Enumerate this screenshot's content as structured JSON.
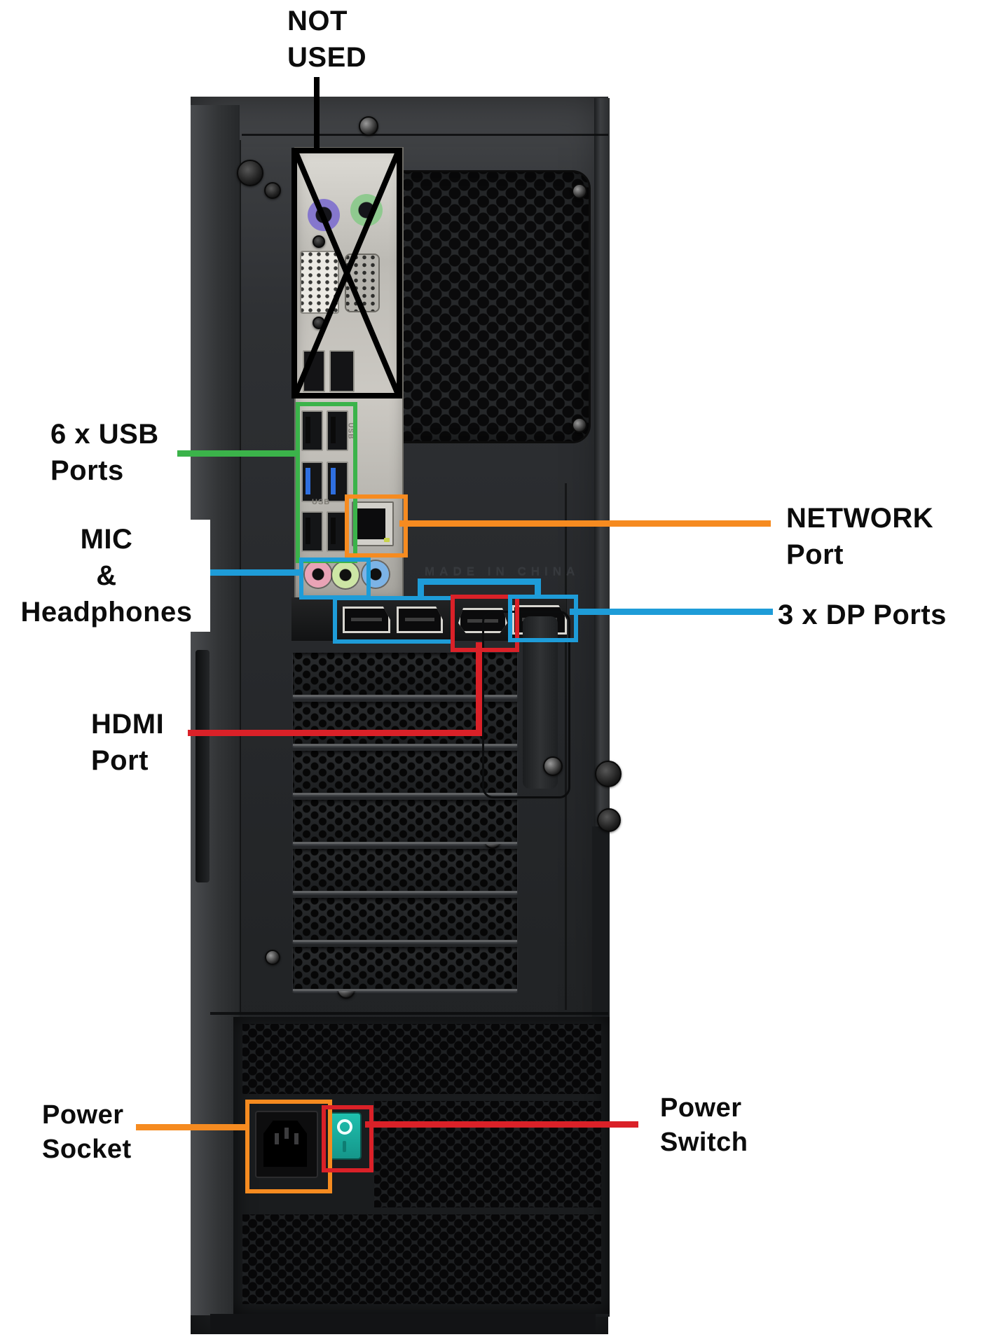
{
  "annotations": {
    "not_used": {
      "lines": [
        "NOT",
        "USED"
      ],
      "color": "black"
    },
    "usb_ports": {
      "lines": [
        "6 x USB",
        "Ports"
      ],
      "color": "green"
    },
    "mic_headphones": {
      "lines": [
        "MIC",
        "&",
        "Headphones"
      ],
      "color": "blue"
    },
    "network_port": {
      "lines": [
        "NETWORK",
        "Port"
      ],
      "color": "orange"
    },
    "dp_ports": {
      "lines": [
        "3 x DP Ports"
      ],
      "color": "blue"
    },
    "hdmi_port": {
      "lines": [
        "HDMI",
        "Port"
      ],
      "color": "red"
    },
    "power_socket": {
      "lines": [
        "Power",
        "Socket"
      ],
      "color": "orange"
    },
    "power_switch": {
      "lines": [
        "Power",
        "Switch"
      ],
      "color": "red"
    }
  },
  "case_markings": {
    "usb": "USB",
    "made_in": "MADE IN CHINA"
  },
  "colors": {
    "annot_green": "#3bb34a",
    "annot_orange": "#f68b20",
    "annot_blue": "#1e9cd8",
    "annot_red": "#da2128",
    "annot_black": "#000000",
    "switch_teal": "#1fc0ae",
    "ps2_purple": "#8577cd",
    "ps2_green": "#8fc98f",
    "usb3_blue": "#2f6fe0",
    "jack_pink": "#e9a3b6",
    "jack_green": "#cde6a5",
    "jack_blue": "#7cb3e6"
  }
}
